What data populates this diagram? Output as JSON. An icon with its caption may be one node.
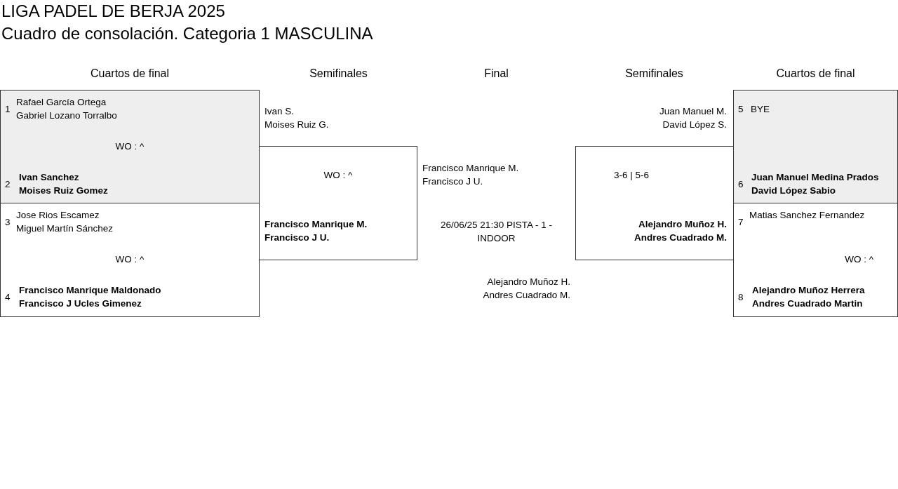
{
  "diagram": {
    "title": "LIGA PADEL DE BERJA 2025",
    "nodes": [
      {
        "text": [
          "1",
          "Rafael García Ortega",
          "Gabriel Lozano Torralbo",
          "WO : ^",
          "2",
          "Ivan Sanchez",
          "Moises Ruiz Gomez"
        ]
      },
      {
        "text": [
          "3",
          "Jose Rios Escamez",
          "Miguel Martín Sánchez",
          "WO : ^",
          "4",
          "Francisco Manrique Maldonado",
          "Francisco J Ucles Gimenez"
        ]
      },
      {
        "text": [
          "Ivan S.",
          "Moises Ruiz G.",
          "WO : ^",
          "Francisco Manrique M.",
          "Francisco J U."
        ]
      },
      {
        "text": [
          "Juan Manuel M.",
          "David López S.",
          "3-6 | 5-6",
          "Alejandro Muñoz H.",
          "Andres Cuadrado M."
        ]
      },
      {
        "text": [
          "5",
          "BYE",
          "6",
          "Juan Manuel Medina Prados",
          "David López Sabio"
        ]
      },
      {
        "text": [
          "7",
          "Matias Sanchez Fernandez",
          "WO : ^",
          "8",
          "Alejandro Muñoz Herrera",
          "Andres Cuadrado Martin"
        ]
      }
    ],
    "labels": [
      "Cuadro de consolación. Categoria 1 MASCULINA",
      "Cuartos de final",
      "Semifinales",
      "Final",
      "Semifinales",
      "Cuartos de final",
      "Francisco Manrique M.",
      "Francisco J U.",
      "26/06/25 21:30 PISTA - 1 - INDOOR",
      "Alejandro Muñoz H.",
      "Andres Cuadrado M."
    ]
  }
}
